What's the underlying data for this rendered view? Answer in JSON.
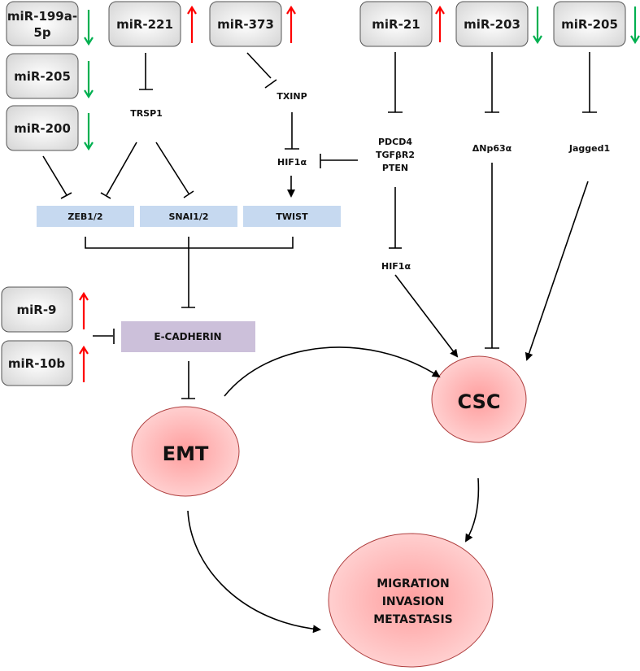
{
  "mirnas": {
    "mir199a": {
      "line1": "miR-199a-",
      "line2": "5p",
      "regulation": "down"
    },
    "mir205_left": {
      "label": "miR-205",
      "regulation": "down"
    },
    "mir200": {
      "label": "miR-200",
      "regulation": "down"
    },
    "mir221": {
      "label": "miR-221",
      "regulation": "up"
    },
    "mir373": {
      "label": "miR-373",
      "regulation": "up"
    },
    "mir21": {
      "label": "miR-21",
      "regulation": "up"
    },
    "mir203": {
      "label": "miR-203",
      "regulation": "down"
    },
    "mir205_right": {
      "label": "miR-205",
      "regulation": "down"
    },
    "mir9": {
      "label": "miR-9",
      "regulation": "up"
    },
    "mir10b": {
      "label": "miR-10b",
      "regulation": "up"
    }
  },
  "targets": {
    "trsp1": "TRSP1",
    "txinp": "TXINP",
    "hif1a_top": "HIF1α",
    "pdcd4": "PDCD4",
    "tgfbr2": "TGFβR2",
    "pten": "PTEN",
    "dnp63a": "ΔNp63α",
    "jagged1": "Jagged1",
    "hif1a_bottom": "HIF1α"
  },
  "transcription_factors": {
    "zeb": "ZEB1/2",
    "snai": "SNAI1/2",
    "twist": "TWIST"
  },
  "ecadherin": "E-CADHERIN",
  "outcomes": {
    "emt": "EMT",
    "csc": "CSC",
    "migration": "MIGRATION",
    "invasion": "INVASION",
    "metastasis": "METASTASIS"
  },
  "colors": {
    "upregulated": "#ff0000",
    "downregulated": "#00b050",
    "tf_box": "#c6d9f0",
    "ecadherin_box": "#ccc0da",
    "outcome_fill": "#ffb3b3"
  }
}
